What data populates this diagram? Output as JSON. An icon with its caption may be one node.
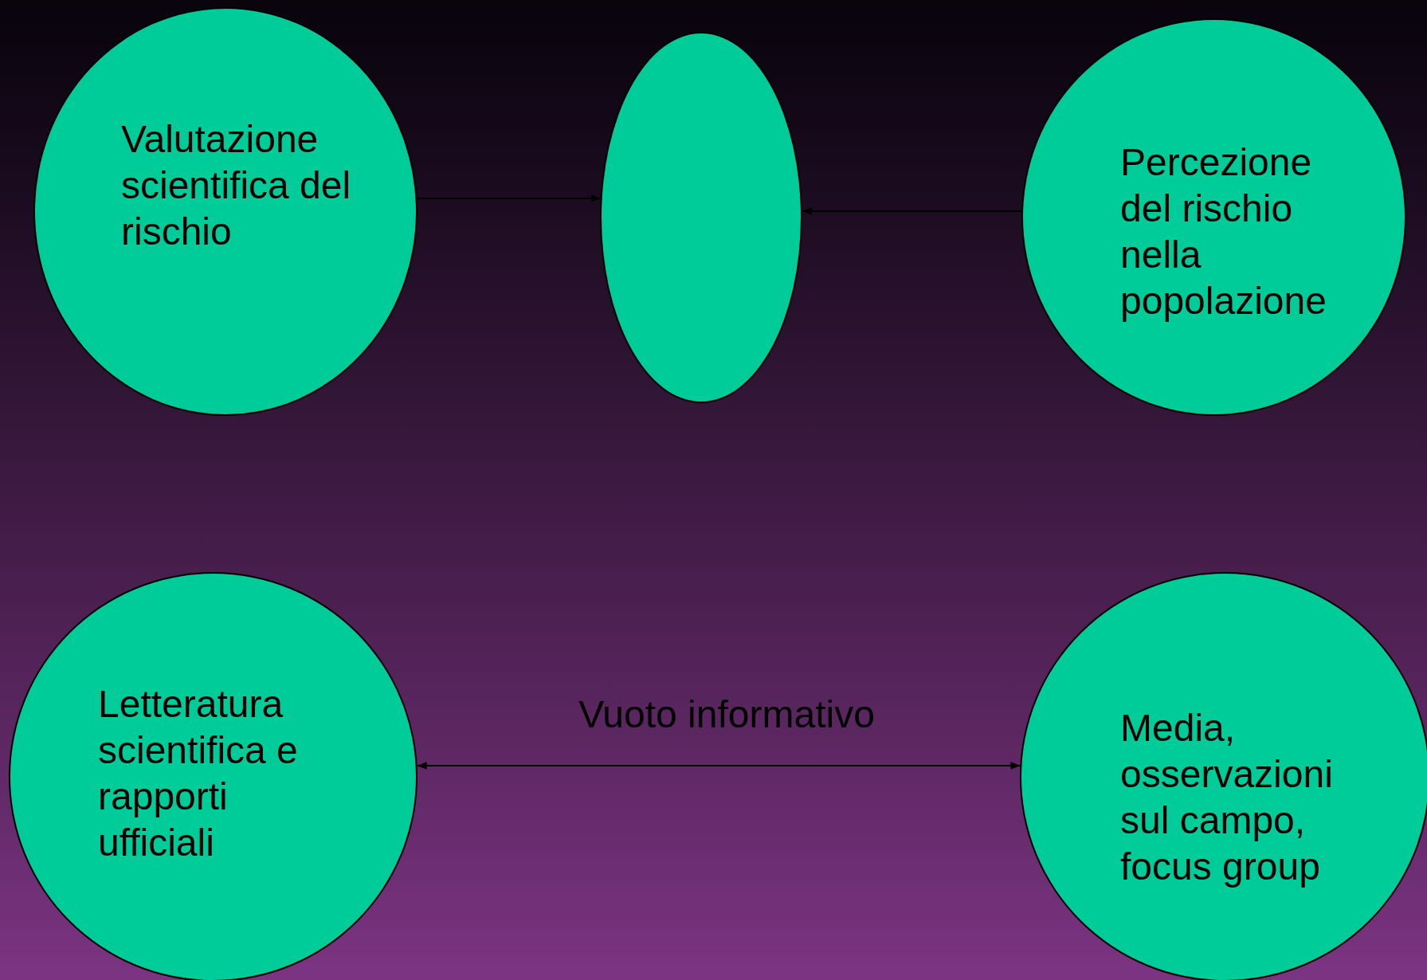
{
  "diagram": {
    "nodes": [
      {
        "text": [
          "Valutazione scientifica del rischio"
        ]
      },
      {
        "text": [],
        "shape": "ellipse"
      },
      {
        "text": [
          "Percezione del rischio nella popolazione"
        ]
      },
      {
        "text": [
          "Letteratura scientifica e rapporti ufficiali"
        ]
      },
      {
        "text": [
          "Media, osservazioni sul campo, focus group"
        ]
      }
    ],
    "edges": [
      {
        "from": 0,
        "to": 1,
        "arrow": "to"
      },
      {
        "from": 2,
        "to": 1,
        "arrow": "to"
      },
      {
        "from": 3,
        "to": 4,
        "arrow": "both",
        "label": "Vuoto informativo"
      }
    ]
  }
}
